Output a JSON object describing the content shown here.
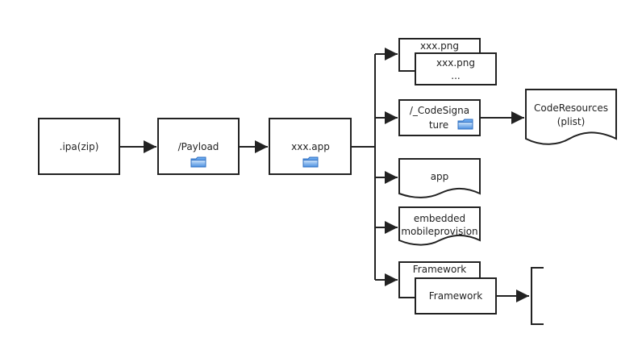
{
  "nodes": {
    "ipa": "ipa(zip)",
    "ipa_prefix": ".",
    "payload": "/Payload",
    "app_bundle": "xxx.app",
    "png_back": "xxx.png",
    "png_front": "xxx.png",
    "png_more": "...",
    "code_signature_line1": "/_CodeSigna",
    "code_signature_line2": "ture",
    "code_resources_line1": "CodeResources",
    "code_resources_line2": "(plist)",
    "app_binary": "app",
    "embedded_line1": "embedded",
    "embedded_line2": "mobileprovision",
    "framework_back": "Framework",
    "framework_front": "Framework"
  },
  "icons": {
    "folder": "folder-icon"
  },
  "colors": {
    "stroke": "#222222",
    "folder_top": "#9cc8f4",
    "folder_body": "#4a90e2"
  }
}
